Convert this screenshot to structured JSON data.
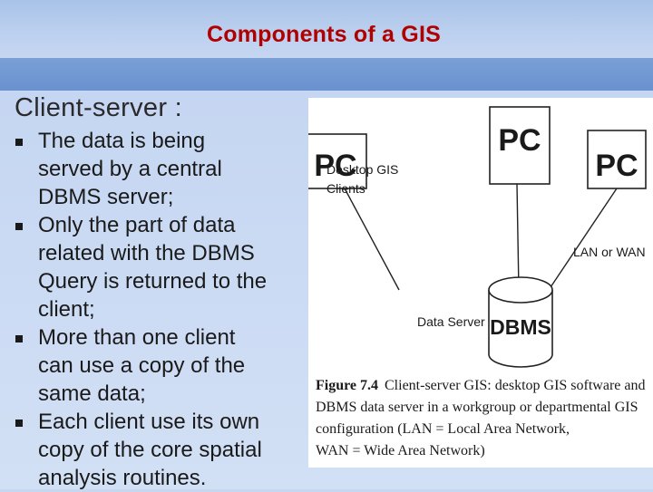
{
  "slide": {
    "title": "Components of a GIS",
    "heading": "Client-server :",
    "bullets": [
      [
        "The data is being",
        "served by a central",
        "DBMS server;"
      ],
      [
        "Only the part of data",
        "related with the DBMS",
        "Query is returned to the",
        "client;"
      ],
      [
        "More than one client",
        "can use a copy of the",
        "same data;"
      ],
      [
        "Each client use its own",
        "copy of the core spatial",
        "analysis routines."
      ]
    ]
  },
  "figure": {
    "pc_label": "PC",
    "clients_label": [
      "Desktop GIS",
      "Clients"
    ],
    "network_label": "LAN or WAN",
    "server_label": "Data Server",
    "dbms_label": "DBMS",
    "caption_number": "Figure 7.4",
    "caption_lines": [
      "Client-server GIS: desktop GIS software and",
      "DBMS data server in a workgroup or departmental GIS",
      "configuration (LAN = Local Area Network,",
      "WAN = Wide Area Network)"
    ]
  }
}
